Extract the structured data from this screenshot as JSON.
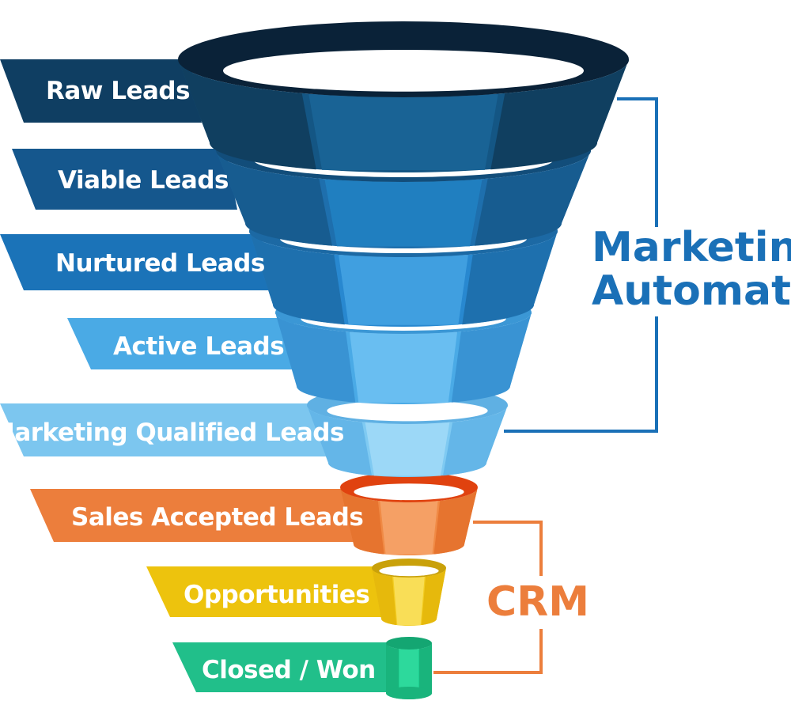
{
  "stages": [
    {
      "label": "Raw Leads",
      "ribbon": "#0f3e62",
      "funnel": {
        "front": "#145684",
        "mid": "#1b689b",
        "side": "#103f60",
        "rim": "#0a2238"
      }
    },
    {
      "label": "Viable Leads",
      "ribbon": "#15578d",
      "funnel": {
        "front": "#1e6fad",
        "mid": "#2284c7",
        "side": "#175c90",
        "rim": "#124d7a"
      }
    },
    {
      "label": "Nurtured Leads",
      "ribbon": "#1b73b8",
      "funnel": {
        "front": "#2888d0",
        "mid": "#48a7e6",
        "side": "#1e70ae",
        "rim": "#1c69a4"
      }
    },
    {
      "label": "Active Leads",
      "ribbon": "#4aaae5",
      "funnel": {
        "front": "#4aaae6",
        "mid": "#74c4f4",
        "side": "#3993d3",
        "rim": "#3b97d5"
      }
    },
    {
      "label": "Marketing Qualified Leads",
      "ribbon": "#7cc6ef",
      "funnel": {
        "front": "#7fcaf2",
        "mid": "#a6dcf8",
        "side": "#64b6e8",
        "rim": "#5fb0e3"
      }
    },
    {
      "label": "Sales Accepted Leads",
      "ribbon": "#ec7e3c",
      "funnel": {
        "front": "#f08a45",
        "mid": "#f7a770",
        "side": "#e6742f",
        "rim": "#e0420f"
      }
    },
    {
      "label": "Opportunities",
      "ribbon": "#edc30d",
      "funnel": {
        "front": "#f3cd23",
        "mid": "#fbe36a",
        "side": "#e6b90c",
        "rim": "#c9a10a"
      }
    },
    {
      "label": "Closed / Won",
      "ribbon": "#21bf8a",
      "funnel": {
        "front": "#1ccf8f",
        "mid": "#33dca0",
        "side": "#19b47c",
        "rim": "#14a672"
      }
    }
  ],
  "groups": {
    "marketing": {
      "line1": "Marketing",
      "line2": "Automation",
      "color": "#1a70b7"
    },
    "crm": {
      "label": "CRM",
      "color": "#ec7e3c"
    }
  }
}
